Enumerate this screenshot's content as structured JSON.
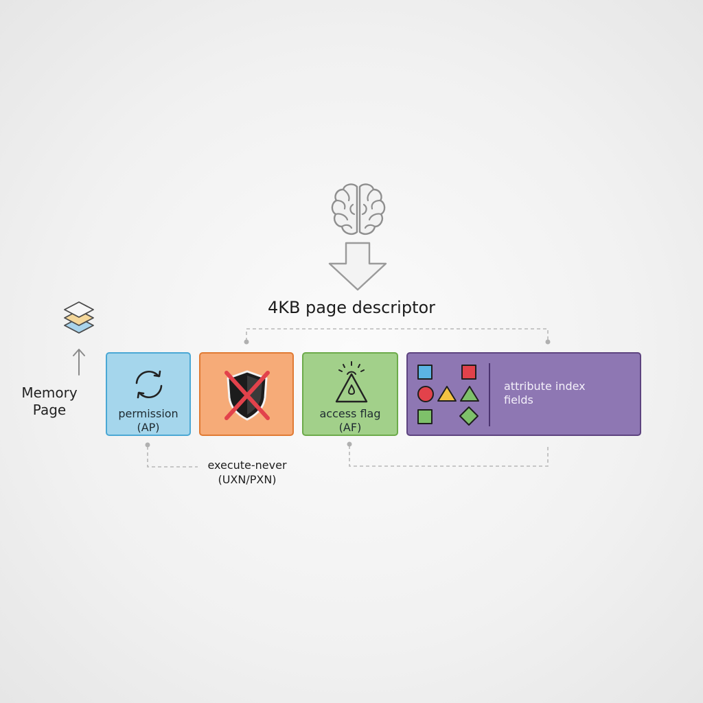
{
  "diagram": {
    "title": "4KB page descriptor",
    "side_label": [
      "Memory",
      "Page"
    ],
    "fields": [
      {
        "id": "ap",
        "label_lines": [
          "permission",
          "(AP)"
        ],
        "color": "#a5d6ec",
        "icon": "refresh-icon"
      },
      {
        "id": "xn",
        "label_lines": [
          "execute-never",
          "(UXN/PXN)"
        ],
        "color": "#f6ab78",
        "icon": "crossed-shield-icon"
      },
      {
        "id": "af",
        "label_lines": [
          "access flag",
          "(AF)"
        ],
        "color": "#a2d08a",
        "icon": "warning-triangle-icon"
      },
      {
        "id": "attr",
        "label_lines": [
          "attribute index",
          "fields"
        ],
        "color": "#8e77b3",
        "icon": "shapes-grid-icon"
      }
    ],
    "icons": [
      "brain-icon",
      "down-arrow-icon",
      "layers-icon",
      "up-arrow-icon"
    ]
  }
}
